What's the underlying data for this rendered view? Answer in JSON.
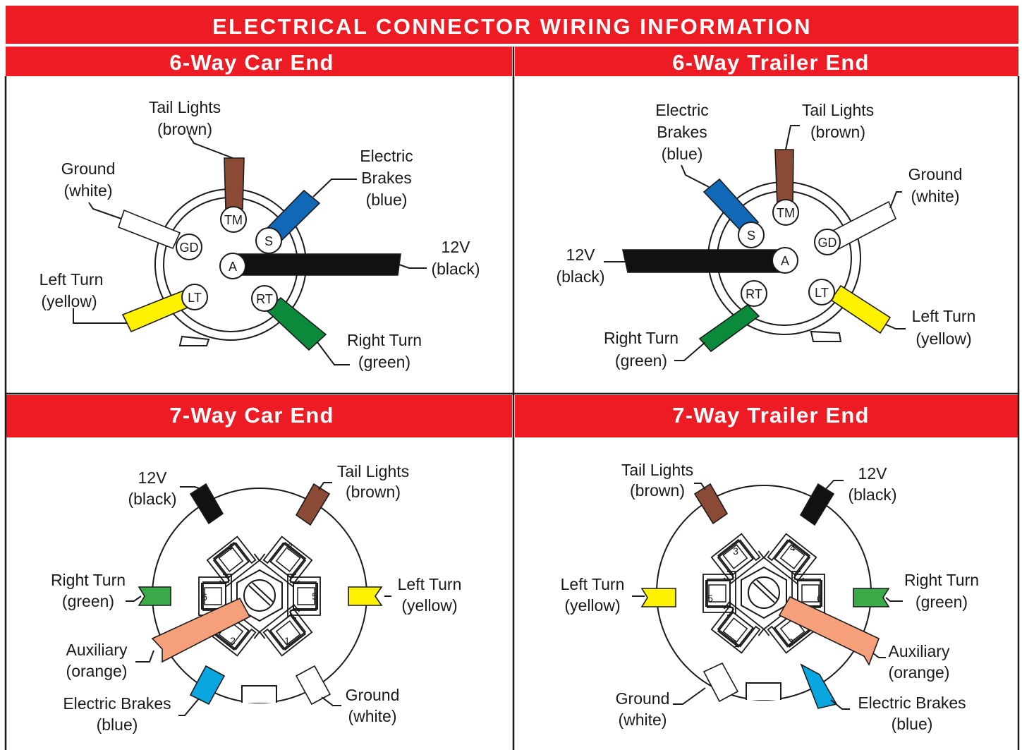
{
  "title": "ELECTRICAL CONNECTOR WIRING INFORMATION",
  "colors": {
    "header_red": "#ed1c24",
    "brown": "#8b4a36",
    "blue": "#1068b7",
    "black": "#111111",
    "white": "#ffffff",
    "yellow": "#fff200",
    "green": "#0c8a3c",
    "orange": "#f5a07b",
    "light_blue": "#0aa6e0"
  },
  "panels": {
    "six_car": {
      "heading": "6-Way Car End",
      "pins": {
        "tm": "TM",
        "s": "S",
        "gd": "GD",
        "a": "A",
        "lt": "LT",
        "rt": "RT"
      },
      "labels": {
        "tail_1": "Tail Lights",
        "tail_2": "(brown)",
        "brakes_1": "Electric",
        "brakes_2": "Brakes",
        "brakes_3": "(blue)",
        "ground_1": "Ground",
        "ground_2": "(white)",
        "v12_1": "12V",
        "v12_2": "(black)",
        "left_1": "Left Turn",
        "left_2": "(yellow)",
        "right_1": "Right Turn",
        "right_2": "(green)"
      }
    },
    "six_trailer": {
      "heading": "6-Way Trailer End",
      "pins": {
        "tm": "TM",
        "s": "S",
        "gd": "GD",
        "a": "A",
        "lt": "LT",
        "rt": "RT"
      },
      "labels": {
        "brakes_1": "Electric",
        "brakes_2": "Brakes",
        "brakes_3": "(blue)",
        "tail_1": "Tail Lights",
        "tail_2": "(brown)",
        "ground_1": "Ground",
        "ground_2": "(white)",
        "v12_1": "12V",
        "v12_2": "(black)",
        "right_1": "Right Turn",
        "right_2": "(green)",
        "left_1": "Left Turn",
        "left_2": "(yellow)"
      }
    },
    "seven_car": {
      "heading": "7-Way Car End",
      "slots": {
        "s1": "1",
        "s2": "2",
        "s3": "3",
        "s4": "4",
        "s5": "5",
        "s6": "6"
      },
      "labels": {
        "v12_1": "12V",
        "v12_2": "(black)",
        "tail_1": "Tail Lights",
        "tail_2": "(brown)",
        "right_1": "Right Turn",
        "right_2": "(green)",
        "left_1": "Left Turn",
        "left_2": "(yellow)",
        "aux_1": "Auxiliary",
        "aux_2": "(orange)",
        "brakes_1": "Electric Brakes",
        "brakes_2": "(blue)",
        "ground_1": "Ground",
        "ground_2": "(white)"
      }
    },
    "seven_trailer": {
      "heading": "7-Way Trailer End",
      "slots": {
        "s1": "1",
        "s2": "2",
        "s3": "3",
        "s4": "4",
        "s5": "5",
        "s6": "6"
      },
      "labels": {
        "tail_1": "Tail Lights",
        "tail_2": "(brown)",
        "v12_1": "12V",
        "v12_2": "(black)",
        "left_1": "Left Turn",
        "left_2": "(yellow)",
        "right_1": "Right Turn",
        "right_2": "(green)",
        "aux_1": "Auxiliary",
        "aux_2": "(orange)",
        "ground_1": "Ground",
        "ground_2": "(white)",
        "brakes_1": "Electric Brakes",
        "brakes_2": "(blue)"
      }
    }
  }
}
